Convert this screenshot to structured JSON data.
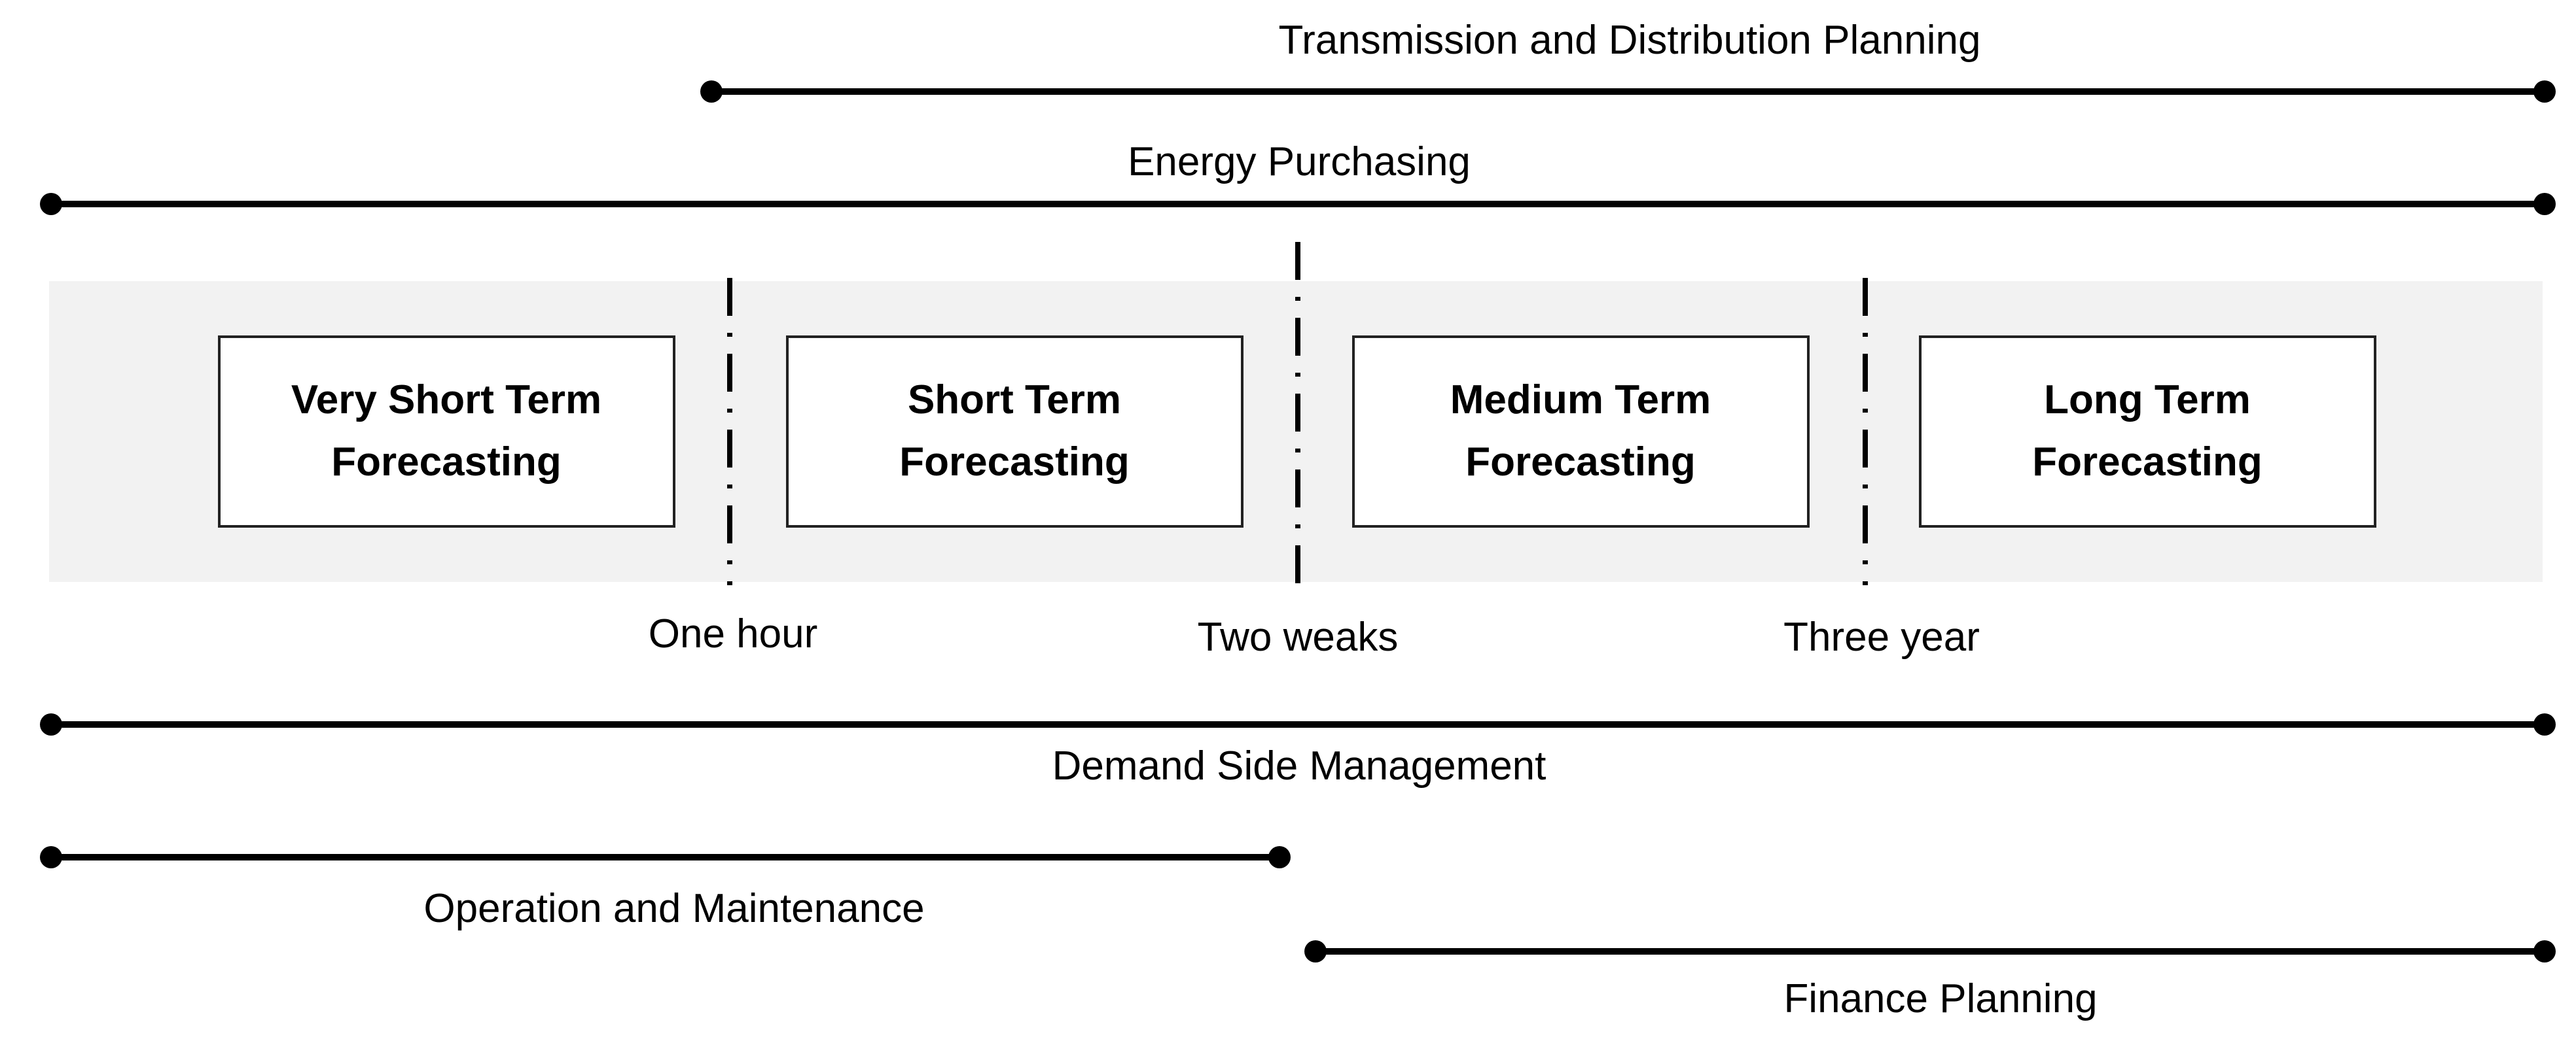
{
  "ranges": [
    {
      "id": "tdp",
      "label": "Transmission and Distribution Planning"
    },
    {
      "id": "energy",
      "label": "Energy Purchasing"
    },
    {
      "id": "dsm",
      "label": "Demand Side Management"
    },
    {
      "id": "om",
      "label": "Operation and Maintenance"
    },
    {
      "id": "finance",
      "label": "Finance Planning"
    }
  ],
  "boxes": [
    {
      "line1": "Very Short Term",
      "line2": "Forecasting"
    },
    {
      "line1": "Short Term",
      "line2": "Forecasting"
    },
    {
      "line1": "Medium Term",
      "line2": "Forecasting"
    },
    {
      "line1": "Long Term",
      "line2": "Forecasting"
    }
  ],
  "dividers": [
    {
      "label": "One hour"
    },
    {
      "label": "Two weaks"
    },
    {
      "label": "Three year"
    }
  ],
  "colors": {
    "band": "#f2f2f2",
    "line": "#000000",
    "box_fill": "#ffffff"
  }
}
